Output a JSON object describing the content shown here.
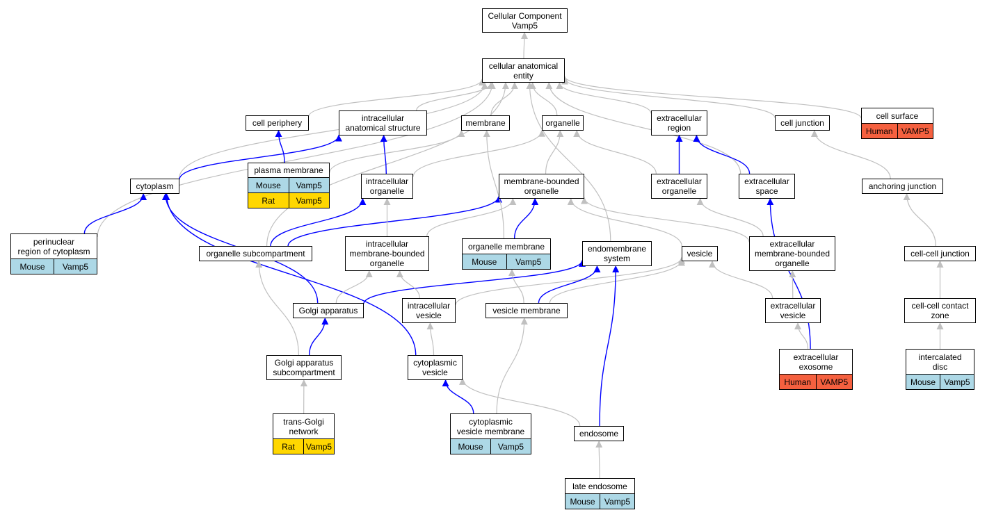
{
  "colors": {
    "mouse": "#add8e6",
    "rat": "#ffd700",
    "human": "#f5603f",
    "grey_edge": "#c0c0c0",
    "blue_edge": "#0000ff"
  },
  "nodes": [
    {
      "id": "cc",
      "label": "Cellular Component\nVamp5"
    },
    {
      "id": "cae",
      "label": "cellular anatomical\nentity"
    },
    {
      "id": "periphery",
      "label": "cell periphery"
    },
    {
      "id": "ias",
      "label": "intracellular\nanatomical structure"
    },
    {
      "id": "membrane",
      "label": "membrane"
    },
    {
      "id": "organelle",
      "label": "organelle"
    },
    {
      "id": "ecregion",
      "label": "extracellular\nregion"
    },
    {
      "id": "junction",
      "label": "cell junction"
    },
    {
      "id": "surface",
      "label": "cell surface",
      "species": [
        [
          "Human",
          "VAMP5"
        ]
      ]
    },
    {
      "id": "plasma",
      "label": "plasma membrane",
      "species": [
        [
          "Mouse",
          "Vamp5"
        ],
        [
          "Rat",
          "Vamp5"
        ]
      ]
    },
    {
      "id": "cytoplasm",
      "label": "cytoplasm"
    },
    {
      "id": "icorg",
      "label": "intracellular\norganelle"
    },
    {
      "id": "mbo",
      "label": "membrane-bounded\norganelle"
    },
    {
      "id": "ecorg",
      "label": "extracellular\norganelle"
    },
    {
      "id": "ecspace",
      "label": "extracellular\nspace"
    },
    {
      "id": "anchoring",
      "label": "anchoring junction"
    },
    {
      "id": "perinuc",
      "label": "perinuclear\nregion of cytoplasm",
      "species": [
        [
          "Mouse",
          "Vamp5"
        ]
      ]
    },
    {
      "id": "orgsub",
      "label": "organelle subcompartment"
    },
    {
      "id": "icmbo",
      "label": "intracellular\nmembrane-bounded\norganelle"
    },
    {
      "id": "orgmem",
      "label": "organelle membrane",
      "species": [
        [
          "Mouse",
          "Vamp5"
        ]
      ]
    },
    {
      "id": "endomem",
      "label": "endomembrane\nsystem"
    },
    {
      "id": "vesicle",
      "label": "vesicle"
    },
    {
      "id": "ecmbo",
      "label": "extracellular\nmembrane-bounded\norganelle"
    },
    {
      "id": "ccjunc",
      "label": "cell-cell junction"
    },
    {
      "id": "golgi",
      "label": "Golgi apparatus"
    },
    {
      "id": "icves",
      "label": "intracellular\nvesicle"
    },
    {
      "id": "vesmem",
      "label": "vesicle membrane"
    },
    {
      "id": "ecves",
      "label": "extracellular\nvesicle"
    },
    {
      "id": "cccz",
      "label": "cell-cell contact\nzone"
    },
    {
      "id": "golgisub",
      "label": "Golgi apparatus\nsubcompartment"
    },
    {
      "id": "cytoves",
      "label": "cytoplasmic\nvesicle"
    },
    {
      "id": "exosome",
      "label": "extracellular\nexosome",
      "species": [
        [
          "Human",
          "VAMP5"
        ]
      ]
    },
    {
      "id": "intercal",
      "label": "intercalated\ndisc",
      "species": [
        [
          "Mouse",
          "Vamp5"
        ]
      ]
    },
    {
      "id": "tgn",
      "label": "trans-Golgi\nnetwork",
      "species": [
        [
          "Rat",
          "Vamp5"
        ]
      ]
    },
    {
      "id": "cvm",
      "label": "cytoplasmic\nvesicle membrane",
      "species": [
        [
          "Mouse",
          "Vamp5"
        ]
      ]
    },
    {
      "id": "endosome",
      "label": "endosome"
    },
    {
      "id": "late",
      "label": "late endosome",
      "species": [
        [
          "Mouse",
          "Vamp5"
        ]
      ]
    }
  ],
  "edges": [
    {
      "from": "cae",
      "to": "cc",
      "color": "grey"
    },
    {
      "from": "periphery",
      "to": "cae",
      "color": "grey"
    },
    {
      "from": "ias",
      "to": "cae",
      "color": "grey"
    },
    {
      "from": "membrane",
      "to": "cae",
      "color": "grey"
    },
    {
      "from": "organelle",
      "to": "cae",
      "color": "grey"
    },
    {
      "from": "ecregion",
      "to": "cae",
      "color": "grey"
    },
    {
      "from": "junction",
      "to": "cae",
      "color": "grey"
    },
    {
      "from": "surface",
      "to": "cae",
      "color": "grey"
    },
    {
      "from": "cytoplasm",
      "to": "cae",
      "color": "grey"
    },
    {
      "from": "perinuc",
      "to": "cae",
      "color": "grey"
    },
    {
      "from": "orgsub",
      "to": "cae",
      "color": "grey"
    },
    {
      "from": "endomem",
      "to": "cae",
      "color": "grey"
    },
    {
      "from": "ecspace",
      "to": "cae",
      "color": "grey"
    },
    {
      "from": "plasma",
      "to": "periphery",
      "color": "blue"
    },
    {
      "from": "plasma",
      "to": "membrane",
      "color": "grey"
    },
    {
      "from": "cytoplasm",
      "to": "ias",
      "color": "blue"
    },
    {
      "from": "icorg",
      "to": "ias",
      "color": "blue"
    },
    {
      "from": "icorg",
      "to": "organelle",
      "color": "grey"
    },
    {
      "from": "mbo",
      "to": "organelle",
      "color": "grey"
    },
    {
      "from": "ecorg",
      "to": "organelle",
      "color": "grey"
    },
    {
      "from": "ecorg",
      "to": "ecregion",
      "color": "blue"
    },
    {
      "from": "ecspace",
      "to": "ecregion",
      "color": "blue"
    },
    {
      "from": "anchoring",
      "to": "junction",
      "color": "grey"
    },
    {
      "from": "perinuc",
      "to": "cytoplasm",
      "color": "blue"
    },
    {
      "from": "golgi",
      "to": "cytoplasm",
      "color": "blue"
    },
    {
      "from": "cytoves",
      "to": "cytoplasm",
      "color": "blue"
    },
    {
      "from": "orgsub",
      "to": "icorg",
      "color": "blue"
    },
    {
      "from": "orgsub",
      "to": "mbo",
      "color": "blue"
    },
    {
      "from": "icmbo",
      "to": "icorg",
      "color": "grey"
    },
    {
      "from": "icmbo",
      "to": "mbo",
      "color": "grey"
    },
    {
      "from": "orgmem",
      "to": "mbo",
      "color": "blue"
    },
    {
      "from": "orgmem",
      "to": "membrane",
      "color": "grey"
    },
    {
      "from": "vesicle",
      "to": "mbo",
      "color": "grey"
    },
    {
      "from": "ecmbo",
      "to": "mbo",
      "color": "grey"
    },
    {
      "from": "ecmbo",
      "to": "ecorg",
      "color": "grey"
    },
    {
      "from": "exosome",
      "to": "ecspace",
      "color": "blue"
    },
    {
      "from": "ccjunc",
      "to": "anchoring",
      "color": "grey"
    },
    {
      "from": "golgi",
      "to": "icmbo",
      "color": "grey"
    },
    {
      "from": "golgi",
      "to": "endomem",
      "color": "blue"
    },
    {
      "from": "golgisub",
      "to": "orgsub",
      "color": "grey"
    },
    {
      "from": "golgisub",
      "to": "golgi",
      "color": "blue"
    },
    {
      "from": "icves",
      "to": "icmbo",
      "color": "grey"
    },
    {
      "from": "icves",
      "to": "vesicle",
      "color": "grey"
    },
    {
      "from": "vesmem",
      "to": "orgmem",
      "color": "grey"
    },
    {
      "from": "vesmem",
      "to": "vesicle",
      "color": "grey"
    },
    {
      "from": "vesmem",
      "to": "endomem",
      "color": "blue"
    },
    {
      "from": "ecves",
      "to": "vesicle",
      "color": "grey"
    },
    {
      "from": "ecves",
      "to": "ecmbo",
      "color": "grey"
    },
    {
      "from": "exosome",
      "to": "ecves",
      "color": "grey"
    },
    {
      "from": "cccz",
      "to": "ccjunc",
      "color": "grey"
    },
    {
      "from": "intercal",
      "to": "cccz",
      "color": "grey"
    },
    {
      "from": "cytoves",
      "to": "icves",
      "color": "grey"
    },
    {
      "from": "tgn",
      "to": "golgisub",
      "color": "grey"
    },
    {
      "from": "cvm",
      "to": "cytoves",
      "color": "blue"
    },
    {
      "from": "cvm",
      "to": "vesmem",
      "color": "grey"
    },
    {
      "from": "endosome",
      "to": "cytoves",
      "color": "grey"
    },
    {
      "from": "endosome",
      "to": "endomem",
      "color": "blue"
    },
    {
      "from": "late",
      "to": "endosome",
      "color": "grey"
    }
  ]
}
